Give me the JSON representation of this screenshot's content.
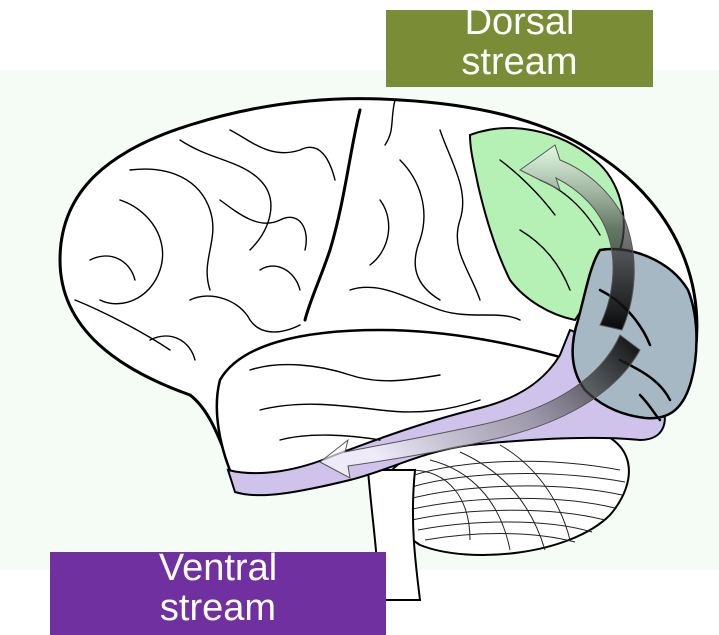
{
  "labels": {
    "dorsal": {
      "line1": "Dorsal",
      "line2": "stream",
      "color": "#7a8c35"
    },
    "ventral": {
      "line1": "Ventral",
      "line2": "stream",
      "color": "#7030a0"
    }
  },
  "regions": {
    "parietal_dorsal_color": "#b5f0b5",
    "occipital_color": "#a6b8c4",
    "temporal_ventral_color": "#cfc3ec",
    "background_panel_color": "#f5fbf5"
  }
}
